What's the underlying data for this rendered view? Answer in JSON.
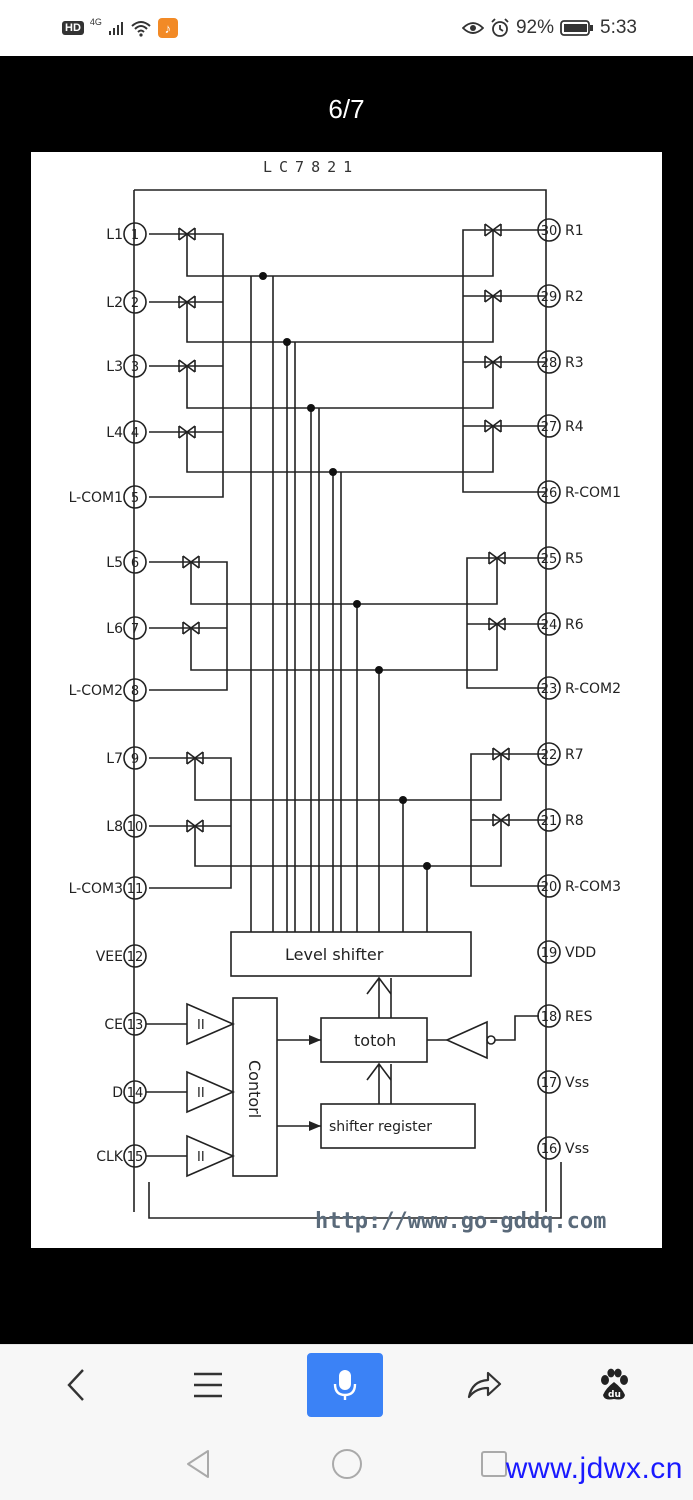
{
  "status_bar": {
    "hd": "HD",
    "network": "4G",
    "battery": "92%",
    "time": "5:33"
  },
  "viewer": {
    "page_counter": "6/7"
  },
  "schematic": {
    "title": "LC7821",
    "left_pins": [
      {
        "label": "L1",
        "num": "1"
      },
      {
        "label": "L2",
        "num": "2"
      },
      {
        "label": "L3",
        "num": "3"
      },
      {
        "label": "L4",
        "num": "4"
      },
      {
        "label": "L-COM1",
        "num": "5"
      },
      {
        "label": "L5",
        "num": "6"
      },
      {
        "label": "L6",
        "num": "7"
      },
      {
        "label": "L-COM2",
        "num": "8"
      },
      {
        "label": "L7",
        "num": "9"
      },
      {
        "label": "L8",
        "num": "10"
      },
      {
        "label": "L-COM3",
        "num": "11"
      },
      {
        "label": "VEE",
        "num": "12"
      },
      {
        "label": "CE",
        "num": "13"
      },
      {
        "label": "D",
        "num": "14"
      },
      {
        "label": "CLK",
        "num": "15"
      }
    ],
    "right_pins": [
      {
        "label": "R1",
        "num": "30"
      },
      {
        "label": "R2",
        "num": "29"
      },
      {
        "label": "R3",
        "num": "28"
      },
      {
        "label": "R4",
        "num": "27"
      },
      {
        "label": "R-COM1",
        "num": "26"
      },
      {
        "label": "R5",
        "num": "25"
      },
      {
        "label": "R6",
        "num": "24"
      },
      {
        "label": "R-COM2",
        "num": "23"
      },
      {
        "label": "R7",
        "num": "22"
      },
      {
        "label": "R8",
        "num": "21"
      },
      {
        "label": "R-COM3",
        "num": "20"
      },
      {
        "label": "VDD",
        "num": "19"
      },
      {
        "label": "RES",
        "num": "18"
      },
      {
        "label": "Vss",
        "num": "17"
      },
      {
        "label": "Vss",
        "num": "16"
      }
    ],
    "blocks": {
      "level_shifter": "Level    shifter",
      "latch": "totoh",
      "shift_register": "shifter    register",
      "control": "Contorl"
    },
    "buffer_mark": "II",
    "source_url": "http://www.go-gddq.com"
  },
  "watermark": "www.jdwx.cn",
  "icons": {
    "back": "back-chevron-icon",
    "menu": "menu-lines-icon",
    "voice": "microphone-icon",
    "share": "share-arrow-icon",
    "baidu": "baidu-paw-icon",
    "sys_back": "triangle-back-icon",
    "sys_home": "circle-home-icon",
    "sys_recent": "square-recent-icon"
  },
  "colors": {
    "voice_button": "#3b82f6",
    "watermark": "#1a1aff"
  }
}
